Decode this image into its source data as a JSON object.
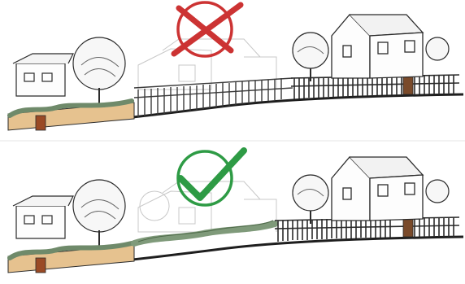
{
  "colors": {
    "ink": "#2b2b2b",
    "faint_ink": "#bdbdbd",
    "hedge": "#8fa08a",
    "planter": "#e6c28f",
    "door": "#9a4a25",
    "fail": "#cc3333",
    "pass": "#2e9b45",
    "sky_tint": "#f6f9fb"
  },
  "panels": [
    {
      "id": "bad-example",
      "verdict_icon": "cross-icon",
      "elements": [
        "left-house",
        "left-tree",
        "brick-planter",
        "tall-fence",
        "right-house",
        "right-tree"
      ]
    },
    {
      "id": "good-example",
      "verdict_icon": "checkmark-icon",
      "elements": [
        "left-house",
        "left-tree",
        "brick-planter",
        "low-hedge",
        "short-fence",
        "right-house",
        "right-tree"
      ]
    }
  ]
}
